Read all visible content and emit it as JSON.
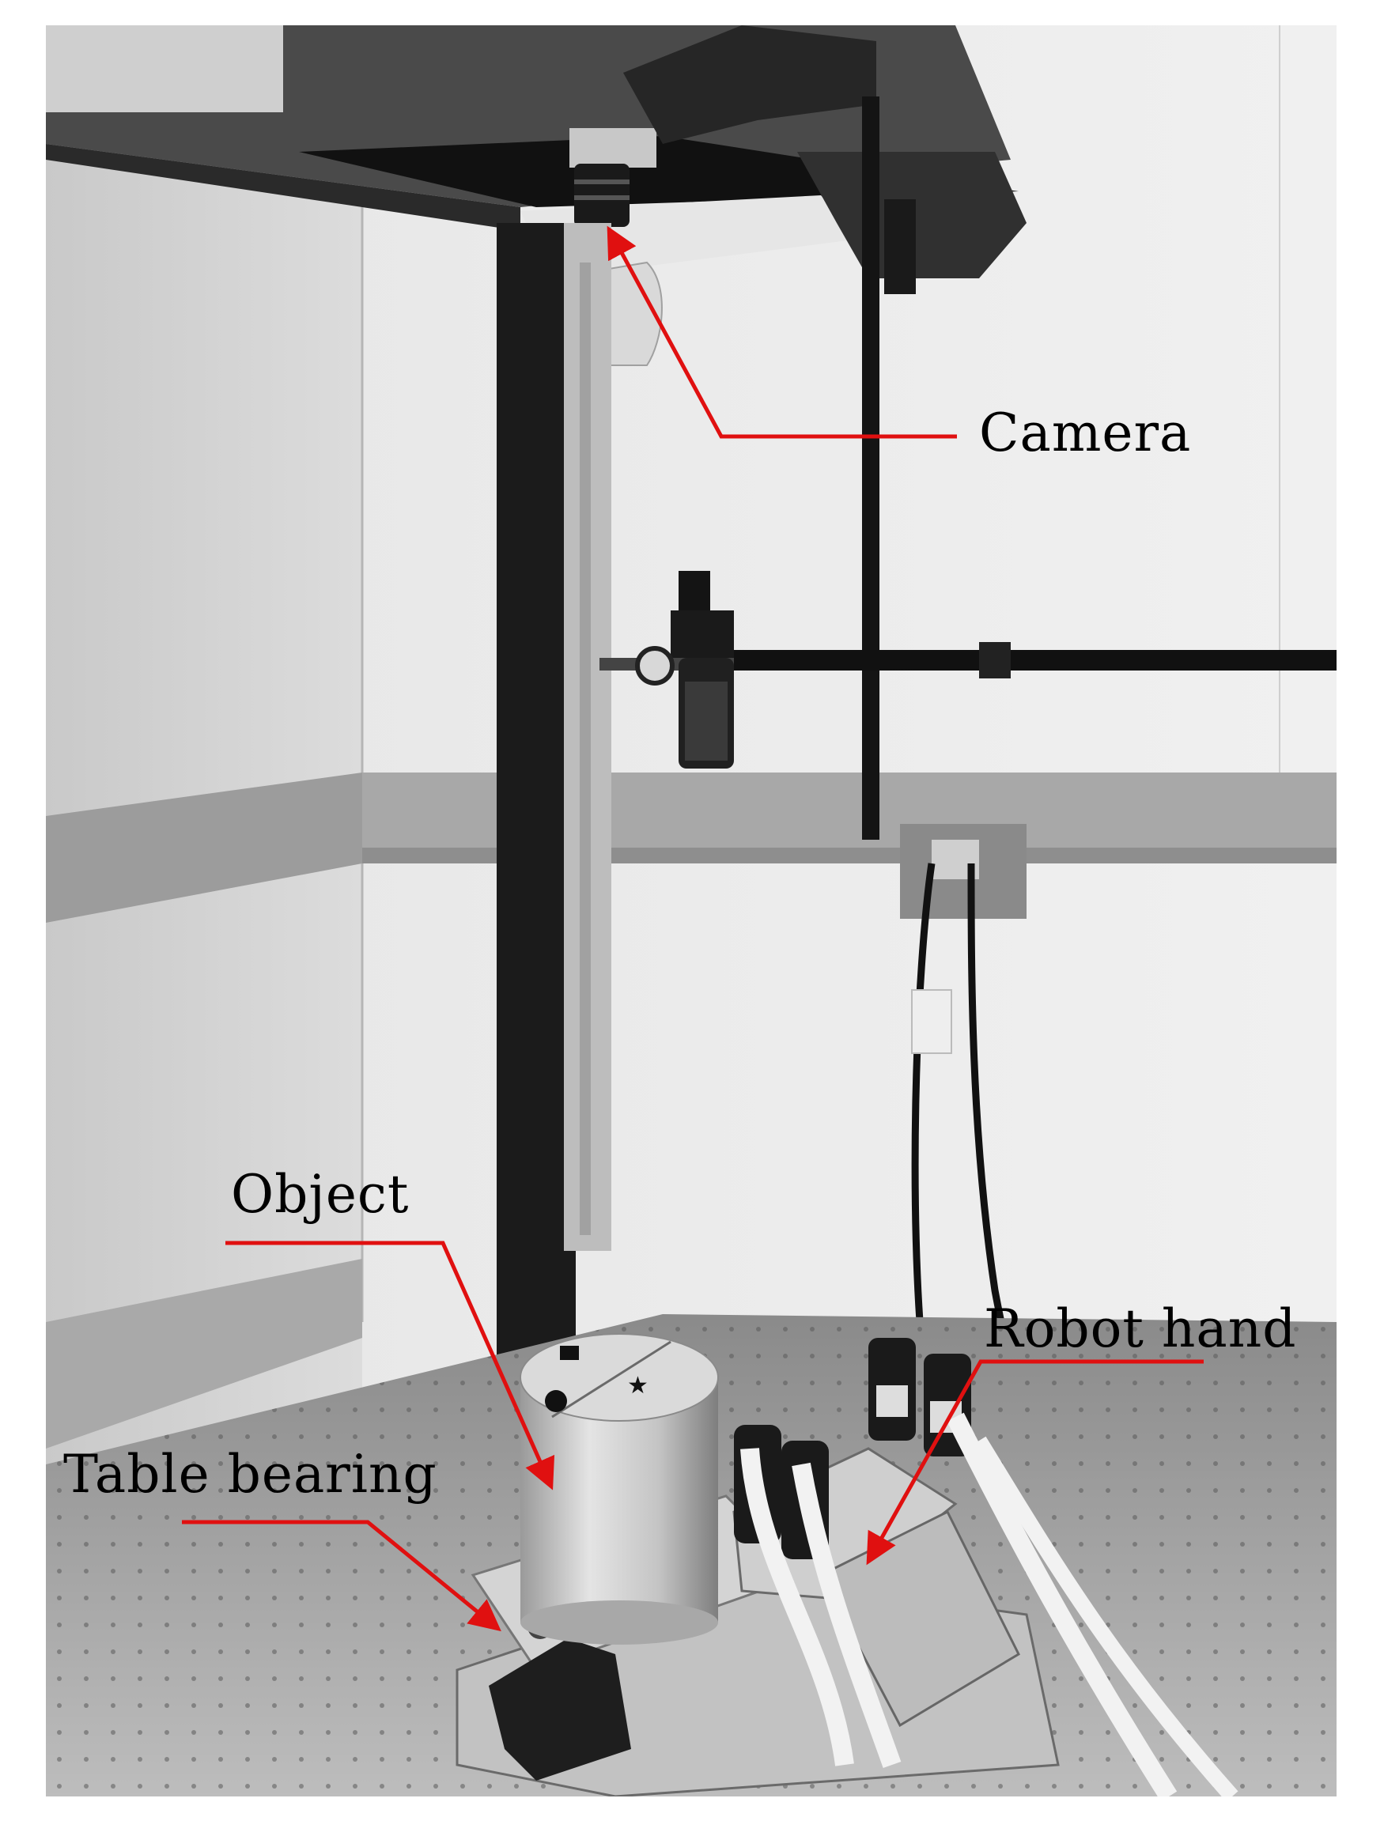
{
  "labels": {
    "camera": "Camera",
    "object": "Object",
    "robot_hand": "Robot hand",
    "table_bearing": "Table bearing"
  },
  "colors": {
    "annotation": "#e01010",
    "label_text": "#000000"
  }
}
